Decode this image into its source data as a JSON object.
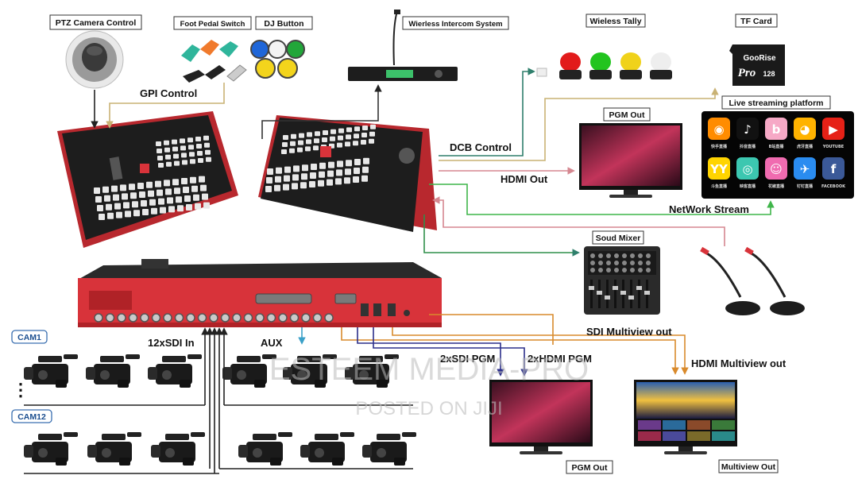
{
  "labels": {
    "ptz": "PTZ Camera Control",
    "pedal": "Foot Pedal Switch",
    "dj": "DJ Button",
    "intercom": "Wierless Intercom System",
    "tally": "Wieless Tally",
    "tf": "TF Card",
    "live": "Live streaming platform",
    "pgm_top": "PGM Out",
    "mixer": "Soud Mixer",
    "pgm_bottom": "PGM Out",
    "multiview": "Multiview Out",
    "cam1": "CAM1",
    "cam12": "CAM12",
    "ellipsis": "⋮"
  },
  "flows": {
    "gpi": "GPI Control",
    "dcb": "DCB Control",
    "hdmi_out": "HDMI Out",
    "network": "NetWork Stream",
    "sdi_multiview": "SDI Multiview out",
    "hdmi_multiview": "HDMI Multiview out",
    "sdi_in": "12xSDI In",
    "aux": "AUX",
    "sdi_pgm": "2xSDI PGM",
    "hdmi_pgm": "2xHDMI PGM"
  },
  "tf_card": {
    "brand": "GooRise",
    "line": "Pro",
    "size": "128"
  },
  "platforms": [
    {
      "name": "快手直播",
      "glyph": "◉",
      "color": "#ff8c00"
    },
    {
      "name": "抖音直播",
      "glyph": "♪",
      "color": "#111111"
    },
    {
      "name": "B站直播",
      "glyph": "b",
      "color": "#f6a9c6"
    },
    {
      "name": "虎牙直播",
      "glyph": "◕",
      "color": "#ffb300"
    },
    {
      "name": "YOUTUBE",
      "glyph": "▶",
      "color": "#e62117"
    },
    {
      "name": "斗鱼直播",
      "glyph": "YY",
      "color": "#ffd400"
    },
    {
      "name": "映客直播",
      "glyph": "◎",
      "color": "#3cc7b0"
    },
    {
      "name": "花椒直播",
      "glyph": "☺",
      "color": "#f06bb0"
    },
    {
      "name": "钉钉直播",
      "glyph": "✈",
      "color": "#2a8cf0"
    },
    {
      "name": "FACEBOOK",
      "glyph": "f",
      "color": "#3b5998"
    }
  ],
  "tally_colors": [
    "#e21b1b",
    "#22c41f",
    "#f0d21a",
    "#eeeeee"
  ],
  "watermark": {
    "main": "ESTEEM MEDIA-PRO",
    "sub": "POSTED ON JIJI"
  },
  "colors": {
    "device_red": "#d8333a",
    "device_black": "#1d1d1d",
    "gpi_line": "#c9b274",
    "dcb_line": "#2f7f6c",
    "hdmi_line": "#d58790",
    "net_line": "#3fb54a",
    "mixer_line": "#2f8f4a",
    "sdi_line": "#2c2f8a",
    "multiview_line": "#d98a2c"
  }
}
